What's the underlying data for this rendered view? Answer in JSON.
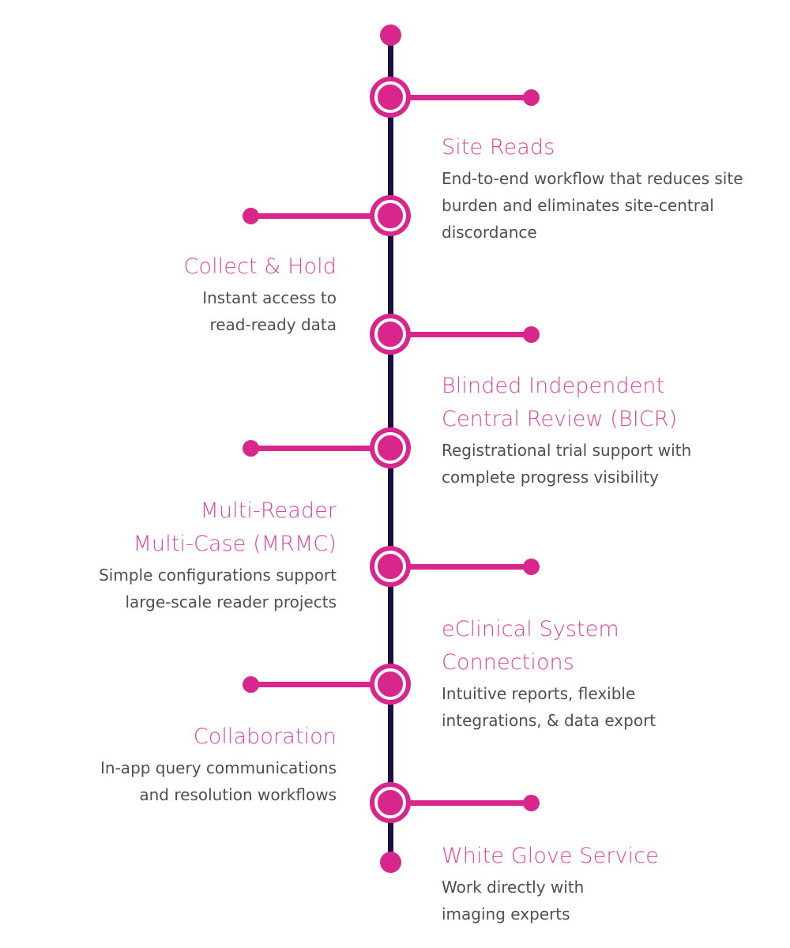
{
  "diagram": {
    "type": "vertical-timeline",
    "title_visible": false,
    "colors": {
      "spine": "#191146",
      "node": "#d9268d",
      "connector": "#d9268d",
      "heading_text": "#e0479d",
      "body_text": "#4a4f58",
      "background": "#ffffff"
    },
    "items": [
      {
        "id": "site-reads",
        "side": "right",
        "title": "Site Reads",
        "description": "End-to-end workflow that reduces site burden and eliminates site-central discordance"
      },
      {
        "id": "collect-and-hold",
        "side": "left",
        "title": "Collect & Hold",
        "description": "Instant access to\nread-ready data"
      },
      {
        "id": "bicr",
        "side": "right",
        "title": "Blinded Independent\nCentral Review (BICR)",
        "description": "Registrational trial support with complete progress visibility"
      },
      {
        "id": "mrmc",
        "side": "left",
        "title": "Multi-Reader\nMulti-Case (MRMC)",
        "description": "Simple configurations support\nlarge-scale reader projects"
      },
      {
        "id": "eclinical-system-connections",
        "side": "right",
        "title": "eClinical System\nConnections",
        "description": "Intuitive reports, flexible\nintegrations, & data export"
      },
      {
        "id": "collaboration",
        "side": "left",
        "title": "Collaboration",
        "description": "In-app query communications\nand resolution workflows"
      },
      {
        "id": "white-glove-service",
        "side": "right",
        "title": "White Glove Service",
        "description": "Work directly with\nimaging experts"
      }
    ]
  }
}
